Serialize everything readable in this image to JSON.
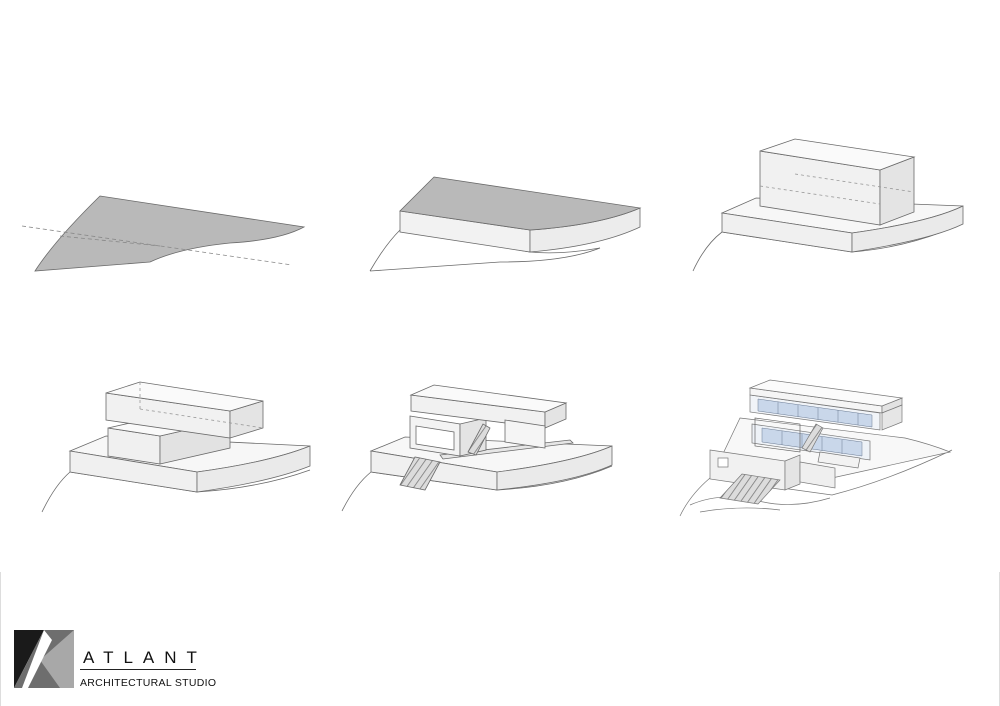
{
  "brand": {
    "name": "ATLANT",
    "tagline": "ARCHITECTURAL STUDIO",
    "colors": {
      "dark": "#1a1a1a",
      "mid": "#6e6e6e",
      "light": "#a8a8a8"
    }
  },
  "diagram": {
    "steps": [
      {
        "name": "site-plot"
      },
      {
        "name": "plinth"
      },
      {
        "name": "main-volume"
      },
      {
        "name": "split-volumes"
      },
      {
        "name": "frame-and-stairs"
      },
      {
        "name": "final-house"
      }
    ],
    "colors": {
      "line": "#6a6a6a",
      "site_fill": "#b9b9b9",
      "face_light": "#f2f2f2",
      "face_mid": "#e4e4e4",
      "glass": "#c9d7ea"
    }
  }
}
